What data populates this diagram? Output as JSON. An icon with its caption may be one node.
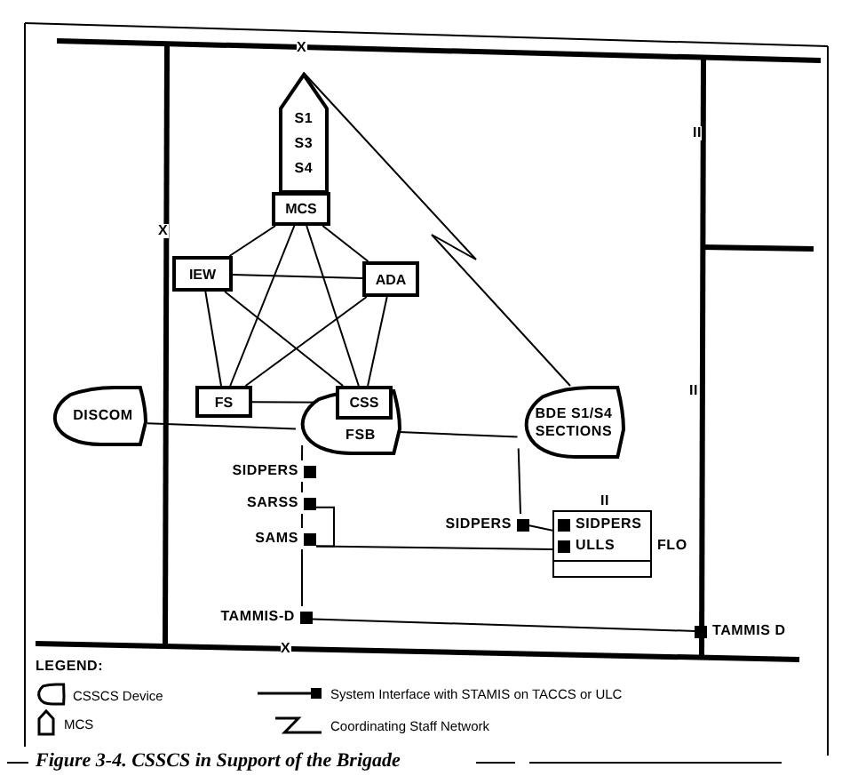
{
  "diagram": {
    "caption": "Figure 3-4. CSSCS in Support of the Brigade",
    "nodes": [
      {
        "text": [
          "S1",
          "S3",
          "S4"
        ]
      },
      {
        "text": [
          "MCS"
        ]
      },
      {
        "text": [
          "IEW"
        ]
      },
      {
        "text": [
          "ADA"
        ]
      },
      {
        "text": [
          "DISCOM"
        ]
      },
      {
        "text": [
          "FS"
        ]
      },
      {
        "text": [
          "CSS"
        ]
      },
      {
        "text": [
          "FSB"
        ]
      },
      {
        "text": [
          "BDE S1/S4 SECTIONS"
        ]
      },
      {
        "text": [
          "SIDPERS"
        ]
      },
      {
        "text": [
          "SARSS"
        ]
      },
      {
        "text": [
          "SIDPERS"
        ]
      },
      {
        "text": [
          "SAMS"
        ]
      },
      {
        "text": [
          "SIDPERS",
          "ULLS"
        ],
        "beside": [
          "FLO"
        ]
      },
      {
        "text": [
          "TAMMIS-D"
        ]
      },
      {
        "text": [
          "TAMMIS D"
        ]
      }
    ],
    "edges": [
      {
        "from": 1,
        "to": 2,
        "arrow": "none"
      },
      {
        "from": 1,
        "to": 3,
        "arrow": "none"
      },
      {
        "from": 1,
        "to": 5,
        "arrow": "none"
      },
      {
        "from": 1,
        "to": 6,
        "arrow": "none"
      },
      {
        "from": 2,
        "to": 3,
        "arrow": "none"
      },
      {
        "from": 2,
        "to": 5,
        "arrow": "none"
      },
      {
        "from": 2,
        "to": 6,
        "arrow": "none"
      },
      {
        "from": 3,
        "to": 5,
        "arrow": "none"
      },
      {
        "from": 3,
        "to": 6,
        "arrow": "none"
      },
      {
        "from": 5,
        "to": 6,
        "arrow": "none"
      },
      {
        "from": 0,
        "to": 8,
        "arrow": "none"
      },
      {
        "from": 4,
        "to": 7,
        "arrow": "none"
      },
      {
        "from": 7,
        "to": 8,
        "arrow": "none"
      },
      {
        "from": 7,
        "to": 9,
        "arrow": "none"
      },
      {
        "from": 9,
        "to": 10,
        "arrow": "none"
      },
      {
        "from": 10,
        "to": 12,
        "arrow": "none"
      },
      {
        "from": 10,
        "to": 12,
        "arrow": "none"
      },
      {
        "from": 12,
        "to": 14,
        "arrow": "none"
      },
      {
        "from": 12,
        "to": 13,
        "arrow": "none"
      },
      {
        "from": 14,
        "to": 15,
        "arrow": "none"
      },
      {
        "from": 8,
        "to": 11,
        "arrow": "none"
      },
      {
        "from": 11,
        "to": 13,
        "arrow": "none"
      }
    ],
    "labels": [
      "X",
      "II",
      "X",
      "II",
      "II",
      "X",
      "LEGEND:"
    ],
    "legend": [
      {
        "text": "CSSCS Device"
      },
      {
        "text": "MCS"
      },
      {
        "text": "System Interface with STAMIS on TACCS or ULC"
      },
      {
        "text": "Coordinating Staff Network"
      }
    ]
  }
}
